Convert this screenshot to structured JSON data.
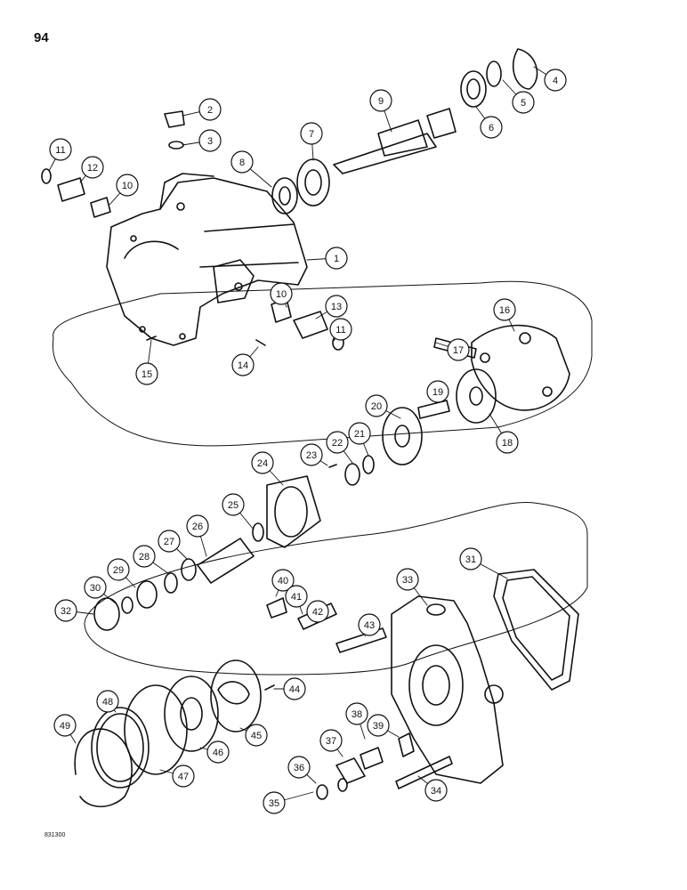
{
  "page": {
    "number": "94",
    "figure_id": "831300"
  },
  "callouts": [
    "1",
    "2",
    "3",
    "4",
    "5",
    "6",
    "7",
    "8",
    "9",
    "10",
    "10",
    "11",
    "11",
    "12",
    "13",
    "14",
    "15",
    "16",
    "17",
    "18",
    "19",
    "20",
    "21",
    "22",
    "23",
    "24",
    "25",
    "26",
    "27",
    "28",
    "29",
    "30",
    "31",
    "32",
    "33",
    "34",
    "35",
    "36",
    "37",
    "38",
    "39",
    "40",
    "41",
    "42",
    "43",
    "44",
    "45",
    "46",
    "47",
    "48",
    "49"
  ],
  "colors": {
    "ink": "#111111",
    "paper": "#ffffff"
  }
}
